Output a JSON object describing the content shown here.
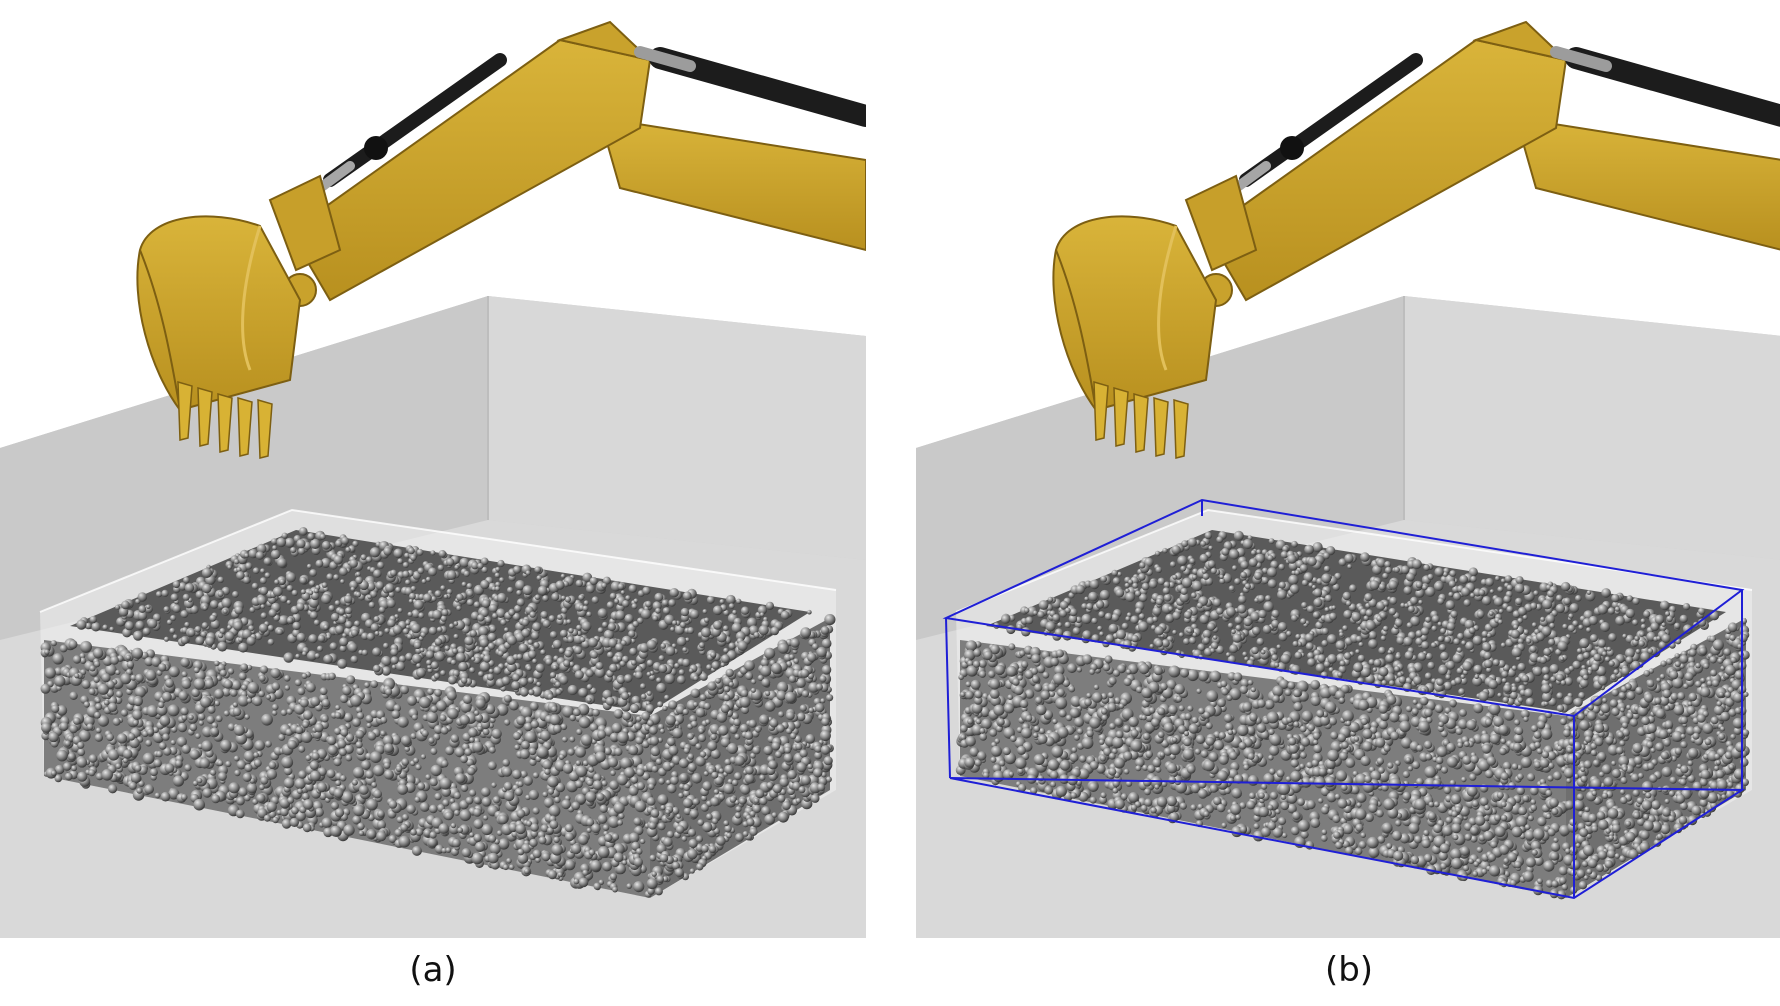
{
  "panels": [
    {
      "id": "a",
      "label": "(a)",
      "bounding_box_shown": false
    },
    {
      "id": "b",
      "label": "(b)",
      "bounding_box_shown": true
    }
  ],
  "colors": {
    "background_wall": "#d4d4d4",
    "floor": "#d9d9d9",
    "excavator_yellow": "#b8901f",
    "excavator_shadow": "#7d5f12",
    "hydraulic_cylinder": "#1c1c1c",
    "gravel": "#8c8c8c",
    "bounding_box": "#1f1fd6"
  }
}
